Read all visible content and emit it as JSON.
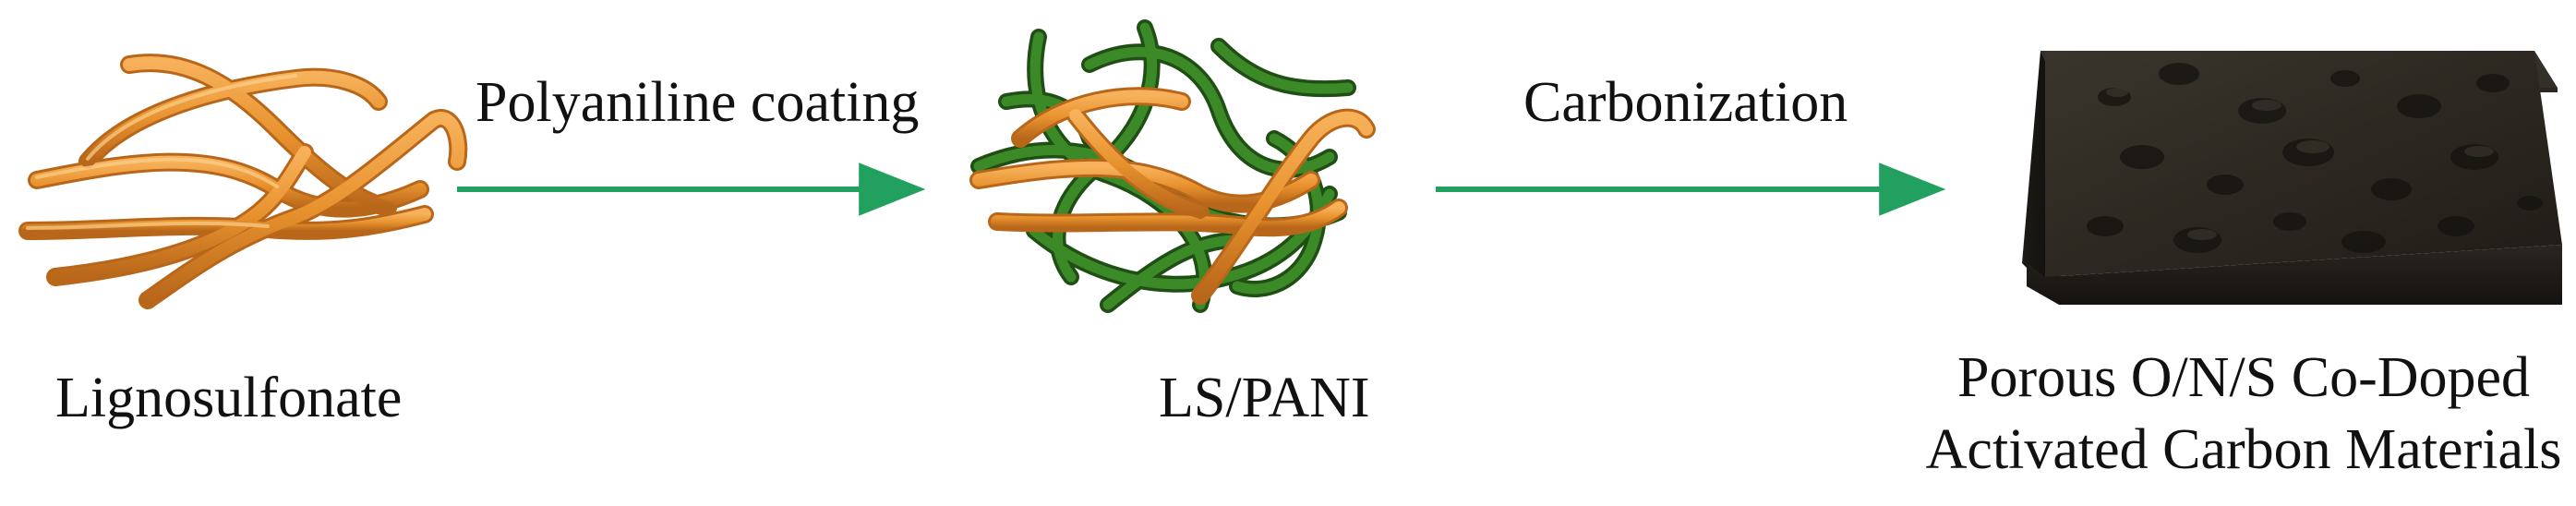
{
  "stages": {
    "start": {
      "label": "Lignosulfonate",
      "fiber_color": "#E8922E"
    },
    "middle": {
      "label": "LS/PANI",
      "fiber_color": "#E8922E",
      "coating_color": "#2E6B1E"
    },
    "end": {
      "label_line1": "Porous O/N/S Co-Doped",
      "label_line2": "Activated Carbon Materials",
      "block_color": "#2A2620"
    }
  },
  "steps": [
    {
      "label": "Polyaniline coating",
      "arrow_color": "#22A060"
    },
    {
      "label": "Carbonization",
      "arrow_color": "#22A060"
    }
  ]
}
